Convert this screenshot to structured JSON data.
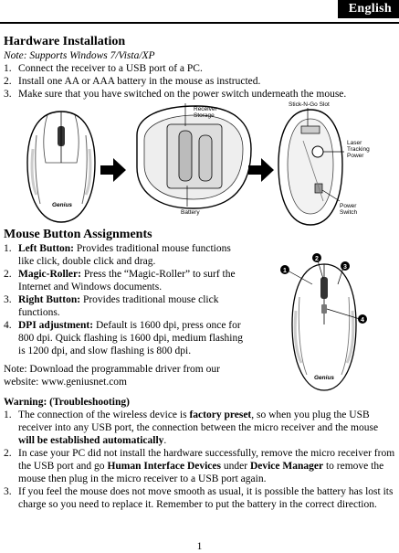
{
  "language_tab": "English",
  "install": {
    "title": "Hardware Installation",
    "note": "Note: Supports Windows 7/Vista/XP",
    "steps": [
      {
        "n": "1.",
        "text": "Connect the receiver to a USB port of a PC."
      },
      {
        "n": "2.",
        "text": "Install one AA or AAA battery in the mouse as instructed."
      },
      {
        "n": "3.",
        "text": "Make sure that you have switched on the power switch underneath the mouse."
      }
    ]
  },
  "figure": {
    "mouse_brand": "Genius",
    "receiver_storage": "Receiver Storage",
    "battery": "Battery",
    "stick_n_go": "Stick-N-Go Slot",
    "laser": "Laser Tracking Power",
    "power_switch": "Power Switch",
    "callouts": [
      "1",
      "2",
      "3",
      "4"
    ]
  },
  "buttons": {
    "title": "Mouse Button Assignments",
    "items": [
      {
        "n": "1.",
        "label": "Left Button:",
        "text": " Provides traditional mouse functions like click, double click and drag."
      },
      {
        "n": "2.",
        "label": "Magic-Roller:",
        "text": " Press the “Magic-Roller” to surf the Internet and Windows documents."
      },
      {
        "n": "3.",
        "label": "Right Button:",
        "text": " Provides traditional mouse click functions."
      },
      {
        "n": "4.",
        "label": "DPI adjustment:",
        "text": " Default is 1600 dpi, press once for 800 dpi. Quick flashing is 1600 dpi, medium flashing is 1200 dpi, and slow flashing is 800 dpi."
      }
    ],
    "note": "Note: Download the programmable driver from our website: www.geniusnet.com"
  },
  "warning": {
    "title": "Warning: (Troubleshooting)",
    "items": [
      {
        "n": "1.",
        "a": "The connection of the wireless device is ",
        "b1": "factory preset",
        "c": ", so when you plug the USB receiver into any USB port, the connection between the micro receiver and the mouse ",
        "b2": "will be established automatically",
        "d": "."
      },
      {
        "n": "2.",
        "a": "In case your PC did not install the hardware successfully, remove the micro receiver from the USB port and go ",
        "b1": "Human Interface Devices",
        "c": " under ",
        "b2": "Device Manager",
        "d": " to remove the mouse then plug in the micro receiver to a USB port again."
      },
      {
        "n": "3.",
        "a": "If you feel the mouse does not move smooth as usual, it is possible the battery has lost its charge so you need to replace it. Remember to put the battery in the correct direction.",
        "b1": "",
        "c": "",
        "b2": "",
        "d": ""
      }
    ]
  },
  "page_number": "1"
}
